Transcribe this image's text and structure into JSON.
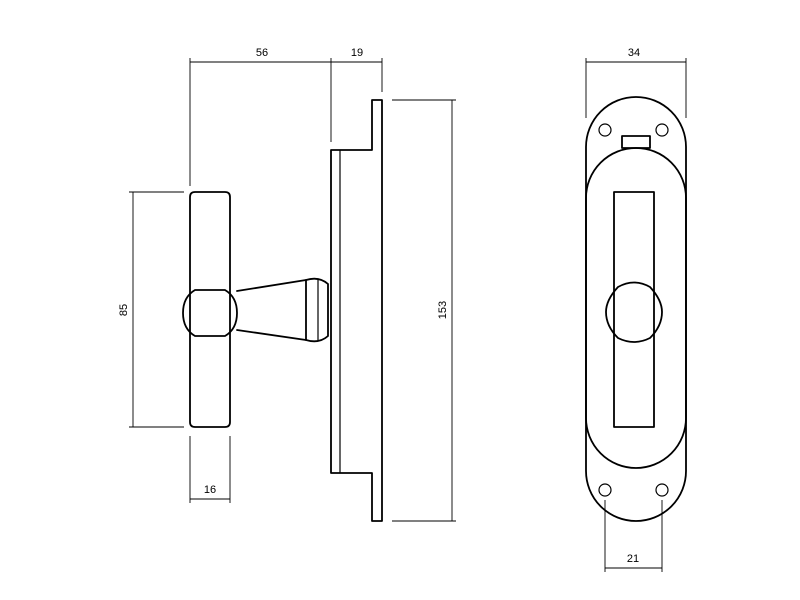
{
  "dimensions": {
    "lever_reach": "56",
    "plate_offset": "19",
    "handle_length": "85",
    "handle_width": "16",
    "plate_height": "153",
    "plate_width": "34",
    "hole_spacing": "21"
  },
  "colors": {
    "line": "#000000",
    "background": "#ffffff"
  }
}
